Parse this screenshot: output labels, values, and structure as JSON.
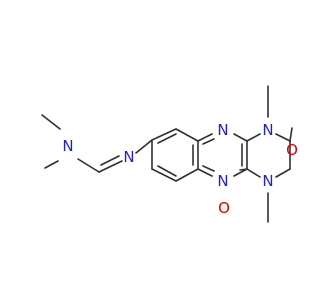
{
  "molecule": {
    "atoms": {
      "n_amidine_dimethyl": "N",
      "n_imine": "N",
      "n_ring_top": "N",
      "n1_methyl": "N",
      "n_ring_bottom": "N",
      "n3_methyl": "N",
      "o_c2": "O",
      "o_c4": "O"
    },
    "colors": {
      "bond": "#303030",
      "nitrogen": "#1f1fd1",
      "oxygen": "#e00000"
    }
  }
}
